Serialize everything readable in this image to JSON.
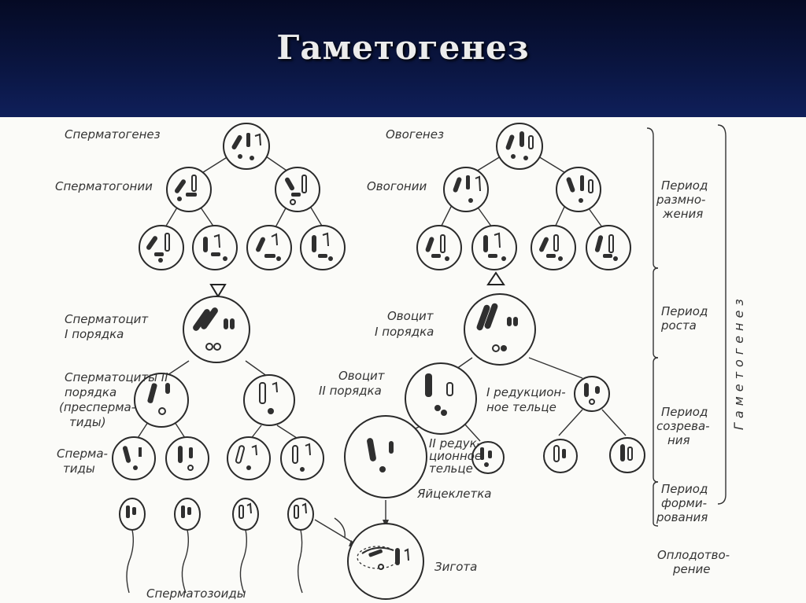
{
  "slide": {
    "title": "Гаметогенез"
  },
  "labels": {
    "spermatogenesis": "Сперматогенез",
    "oogenesis": "Овогенез",
    "spermatogonia": "Сперматогонии",
    "oogonia": "Овогонии",
    "spermatocyte1_l1": "Сперматоцит",
    "spermatocyte1_l2": "I порядка",
    "oocyte1_l1": "Овоцит",
    "oocyte1_l2": "I порядка",
    "spermatocyte2_l1": "Сперматоциты II",
    "spermatocyte2_l2": "порядка",
    "spermatocyte2_l3": "(пресперма-",
    "spermatocyte2_l4": "тиды)",
    "oocyte2_l1": "Овоцит",
    "oocyte2_l2": "II порядка",
    "polar1_l1": "I редукцион-",
    "polar1_l2": "ное тельце",
    "spermatids_l1": "Сперма-",
    "spermatids_l2": "тиды",
    "polar2_l1": "II редук-",
    "polar2_l2": "ционное",
    "polar2_l3": "тельце",
    "egg": "Яйцеклетка",
    "zygote": "Зигота",
    "spermatozoa": "Сперматозоиды",
    "period_reproduction_l1": "Период",
    "period_reproduction_l2": "размно-",
    "period_reproduction_l3": "жения",
    "period_growth_l1": "Период",
    "period_growth_l2": "роста",
    "period_maturation_l1": "Период",
    "period_maturation_l2": "созрева-",
    "period_maturation_l3": "ния",
    "period_formation_l1": "Период",
    "period_formation_l2": "форми-",
    "period_formation_l3": "рования",
    "fertilization_l1": "Оплодотво-",
    "fertilization_l2": "рение",
    "gametogenesis_vertical": "Гаметогенез"
  }
}
